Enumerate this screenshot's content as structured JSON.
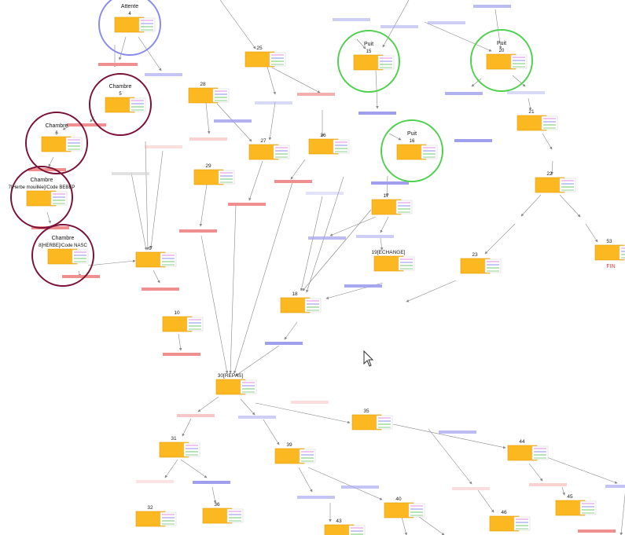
{
  "colors": {
    "node_fill": "#fbb820",
    "node_stroke": "#e59b00",
    "attente_ring": "#8b8bee",
    "puit_ring": "#4fd14f",
    "chambre_ring": "#7a1238",
    "edge": "#888888",
    "bar_blue": "#9f9fee",
    "bar_red": "#ef8f8f",
    "bar_grey": "#d6d6d6",
    "fin_text": "#e23b3b",
    "mini_rows": [
      "#e08de0",
      "#8f8fe8",
      "#6fc86f",
      "#8fd08f"
    ]
  },
  "circles": [
    {
      "name": "Attente",
      "id": "4",
      "type": "attente"
    },
    {
      "name": "Chambre",
      "id": "5",
      "type": "chambre"
    },
    {
      "name": "Chambre",
      "id": "6",
      "type": "chambre"
    },
    {
      "name": "Chambre",
      "id": "7[Herbe mouillée]/Code BEBEP",
      "type": "chambre"
    },
    {
      "name": "Chambre",
      "id": "8[HERBE]/Code NASC",
      "type": "chambre"
    },
    {
      "name": "Puit",
      "id": "15",
      "type": "puit"
    },
    {
      "name": "Puit",
      "id": "20",
      "type": "puit"
    },
    {
      "name": "Puit",
      "id": "16",
      "type": "puit"
    }
  ],
  "nodes": [
    "25",
    "28",
    "26",
    "27",
    "29",
    "9",
    "10",
    "17",
    "19[ECHANGE]",
    "18",
    "21",
    "22",
    "23",
    "53",
    "30[REPAS]",
    "31",
    "32",
    "36",
    "39",
    "35",
    "40",
    "43",
    "44",
    "45",
    "46"
  ],
  "end_label": "FIN"
}
